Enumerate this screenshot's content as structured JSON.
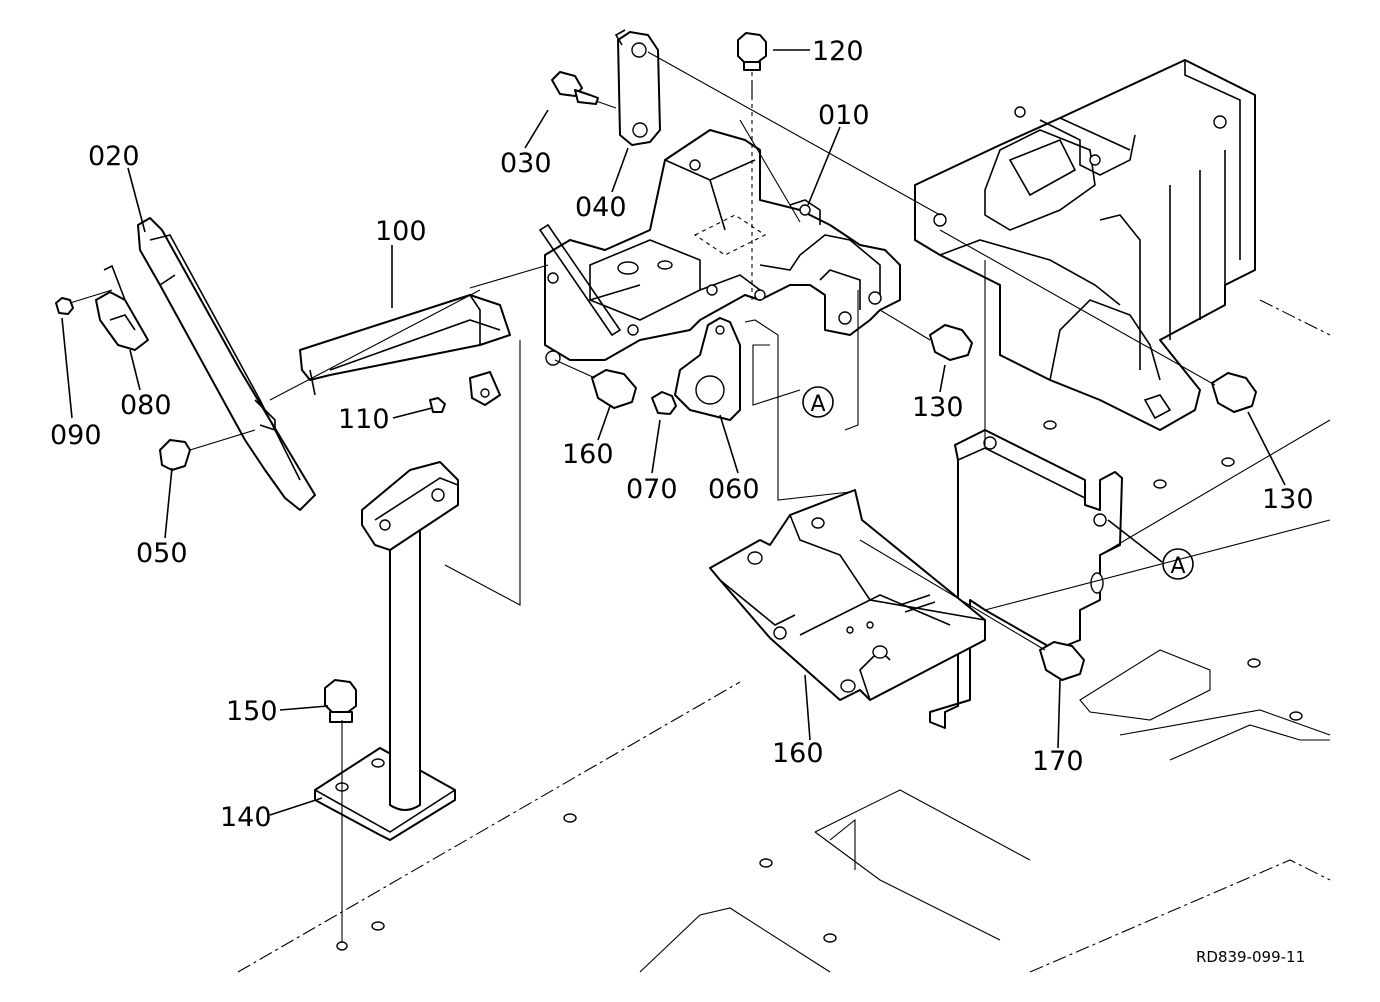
{
  "part_labels": [
    "010",
    "020",
    "030",
    "040",
    "050",
    "060",
    "070",
    "080",
    "090",
    "100",
    "110",
    "120",
    "130",
    "130",
    "140",
    "150",
    "160",
    "160",
    "170"
  ],
  "callouts": [
    "A",
    "A"
  ],
  "drawing_code": "RD839-099-11"
}
